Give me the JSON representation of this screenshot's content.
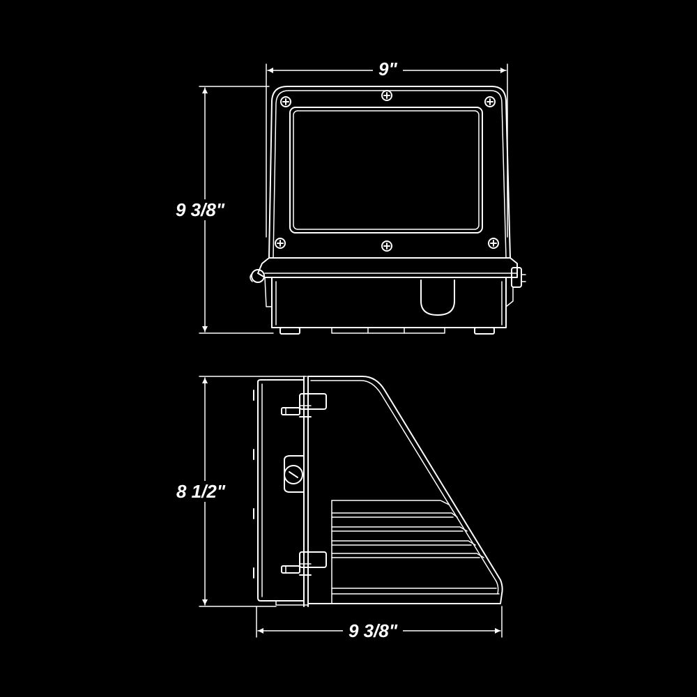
{
  "dimensions": {
    "front_width": "9\"",
    "front_height": "9 3/8\"",
    "side_height": "8 1/2\"",
    "side_depth": "9 3/8\""
  },
  "colors": {
    "background": "#000000",
    "line": "#ffffff"
  }
}
